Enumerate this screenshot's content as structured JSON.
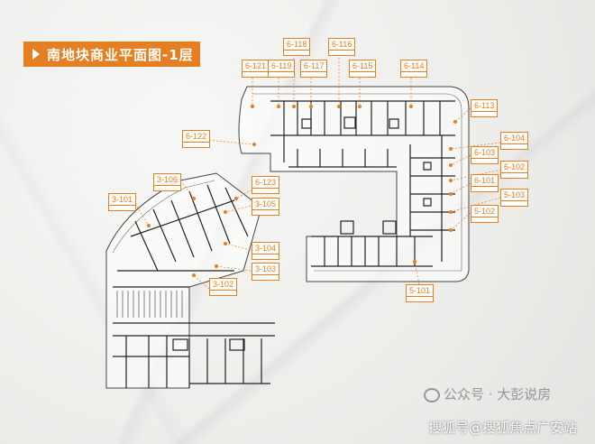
{
  "header": {
    "title": "南地块商业平面图-1层"
  },
  "units": [
    {
      "code": "6-118",
      "area": ""
    },
    {
      "code": "6-116",
      "area": ""
    },
    {
      "code": "6-121",
      "area": ""
    },
    {
      "code": "6-119",
      "area": ""
    },
    {
      "code": "6-117",
      "area": ""
    },
    {
      "code": "6-115",
      "area": ""
    },
    {
      "code": "6-114",
      "area": ""
    },
    {
      "code": "6-113",
      "area": ""
    },
    {
      "code": "6-122",
      "area": ""
    },
    {
      "code": "6-104",
      "area": ""
    },
    {
      "code": "6-103",
      "area": ""
    },
    {
      "code": "6-102",
      "area": ""
    },
    {
      "code": "6-101",
      "area": ""
    },
    {
      "code": "5-103",
      "area": ""
    },
    {
      "code": "5-102",
      "area": ""
    },
    {
      "code": "5-101",
      "area": ""
    },
    {
      "code": "3-106",
      "area": ""
    },
    {
      "code": "3-101",
      "area": ""
    },
    {
      "code": "6-123",
      "area": ""
    },
    {
      "code": "3-105",
      "area": ""
    },
    {
      "code": "3-104",
      "area": ""
    },
    {
      "code": "3-103",
      "area": ""
    },
    {
      "code": "3-102",
      "area": ""
    }
  ],
  "watermarks": {
    "top": "公众号 · 大彭说房",
    "bottom": "搜狐号@搜狐焦点广安站"
  },
  "colors": {
    "accent": "#e67f22",
    "wall": "#222222"
  }
}
